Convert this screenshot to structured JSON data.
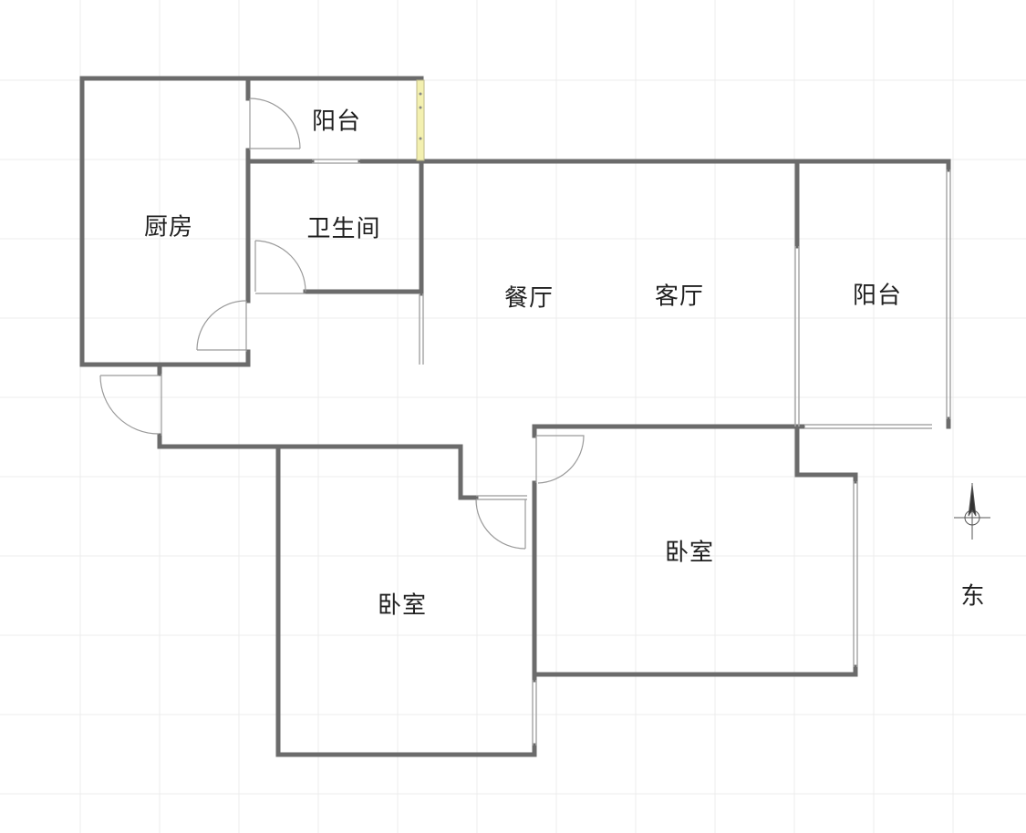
{
  "rooms": {
    "balcony_north": "阳台",
    "kitchen": "厨房",
    "bathroom": "卫生间",
    "dining_room": "餐厅",
    "living_room": "客厅",
    "balcony_east": "阳台",
    "bedroom_right": "卧室",
    "bedroom_left": "卧室"
  },
  "compass": {
    "direction_label": "东",
    "icon": "compass-icon"
  },
  "colors": {
    "wall": "#6b6b6b",
    "grid": "#ececec",
    "window": "#a8a8a8",
    "door_arc": "#9a9a9a",
    "highlight": "#f3f0b0"
  }
}
